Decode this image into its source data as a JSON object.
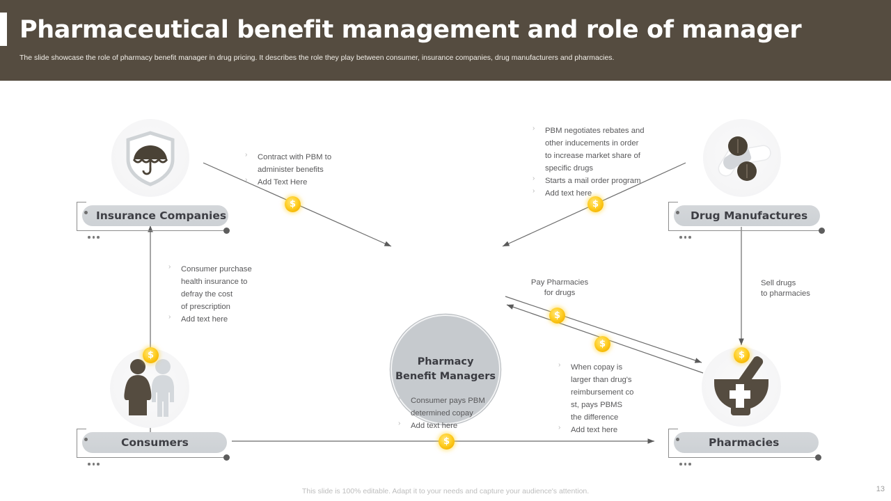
{
  "header": {
    "title": "Pharmaceutical benefit management and role of manager",
    "subtitle": "The slide showcase the role of pharmacy benefit manager in drug pricing. It describes the role they play between consumer, insurance companies, drug manufacturers and pharmacies.",
    "bg_color": "#554c40"
  },
  "center": {
    "line1": "Pharmacy",
    "line2": "Benefit Managers",
    "fill_color": "#c6cace"
  },
  "nodes": {
    "insurance": {
      "label": "Insurance Companies",
      "icon": "shield-umbrella-icon"
    },
    "drug_manufactures": {
      "label": "Drug Manufactures",
      "icon": "pills-capsule-icon"
    },
    "consumers": {
      "label": "Consumers",
      "icon": "two-people-icon"
    },
    "pharmacies": {
      "label": "Pharmacies",
      "icon": "mortar-pestle-plus-icon"
    }
  },
  "flows": {
    "insurance_to_pbm": {
      "bullets": [
        "Contract with PBM  to\nadminister benefits",
        "Add Text Here"
      ]
    },
    "manufacturer_to_pbm": {
      "bullets": [
        "PBM negotiates rebates and\nother inducements in order\nto increase market share of\nspecific drugs",
        "Starts a mail order program",
        "Add text here"
      ]
    },
    "consumer_to_insurance": {
      "bullets": [
        "Consumer purchase\nhealth insurance to\ndefray the cost\nof prescription",
        "Add text here"
      ]
    },
    "manufacturer_to_pharmacy": {
      "text": "Sell drugs\nto pharmacies"
    },
    "pbm_pays_pharmacies": {
      "text": "Pay Pharmacies\nfor drugs"
    },
    "pharmacy_to_pbm": {
      "bullets": [
        "When copay is\nlarger than drug's\nreimbursement  co\nst, pays PBMS\nthe difference",
        "Add text here"
      ]
    },
    "consumer_to_pharmacy": {
      "bullets": [
        "Consumer pays PBM\ndetermined copay",
        " Add text here"
      ]
    }
  },
  "coins": {
    "symbol": "$",
    "color": "#ffd02a",
    "count": 7
  },
  "footer": {
    "note": "This slide is 100% editable. Adapt it to your needs and capture your audience's attention.",
    "page_number": "13"
  }
}
